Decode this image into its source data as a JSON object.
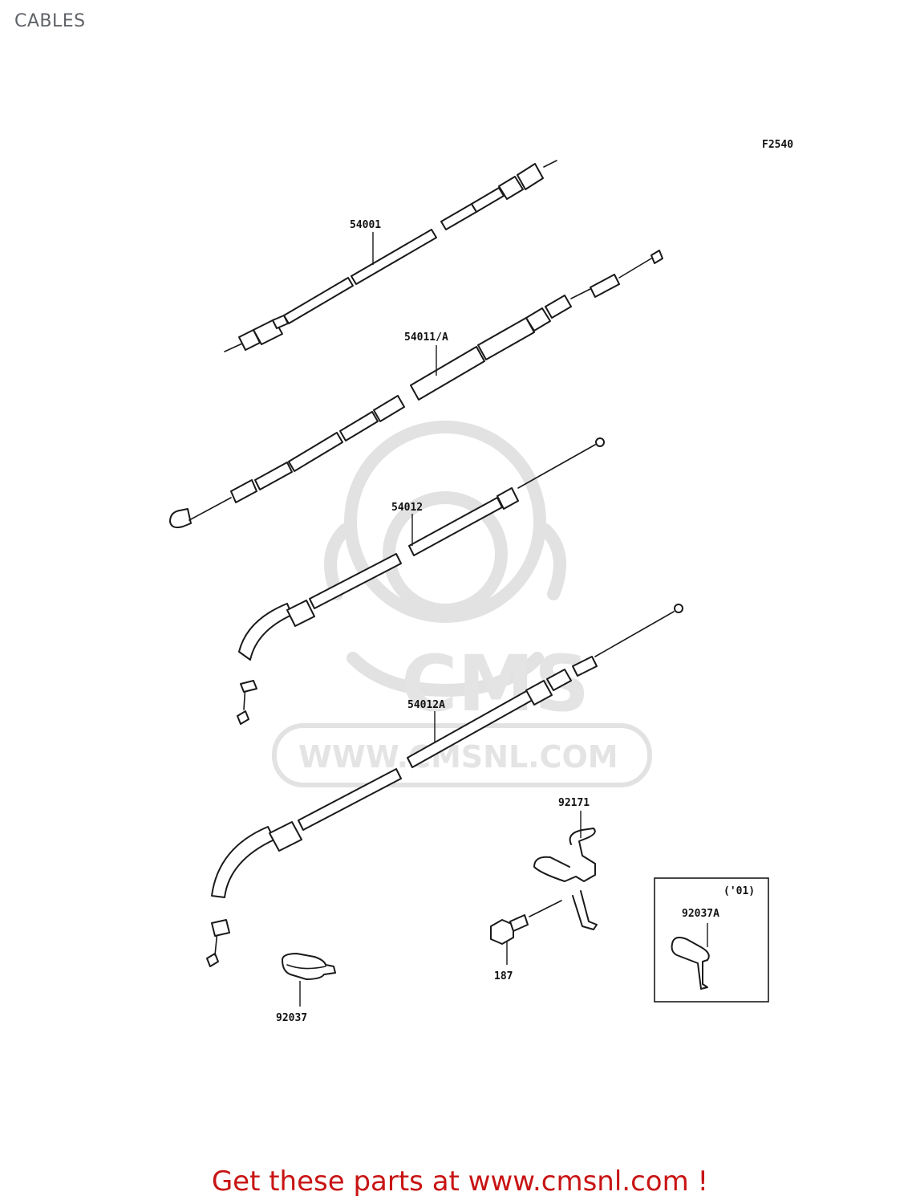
{
  "page": {
    "title": "CABLES",
    "figure_code": "F2540"
  },
  "watermark": {
    "logo_text": "CMS",
    "url_text": "WWW.CMSNL.COM"
  },
  "callouts": {
    "part_54001": "54001",
    "part_54011A": "54011/A",
    "part_54012": "54012",
    "part_54012A": "54012A",
    "part_92171": "92171",
    "part_187": "187",
    "part_92037": "92037",
    "part_92037A": "92037A"
  },
  "inset": {
    "year_label": "('01)"
  },
  "footer": {
    "cta_text": "Get these parts at www.cmsnl.com !"
  },
  "colors": {
    "title": "#5f6368",
    "footer": "#c81414",
    "watermark": "#e2e2e2"
  }
}
